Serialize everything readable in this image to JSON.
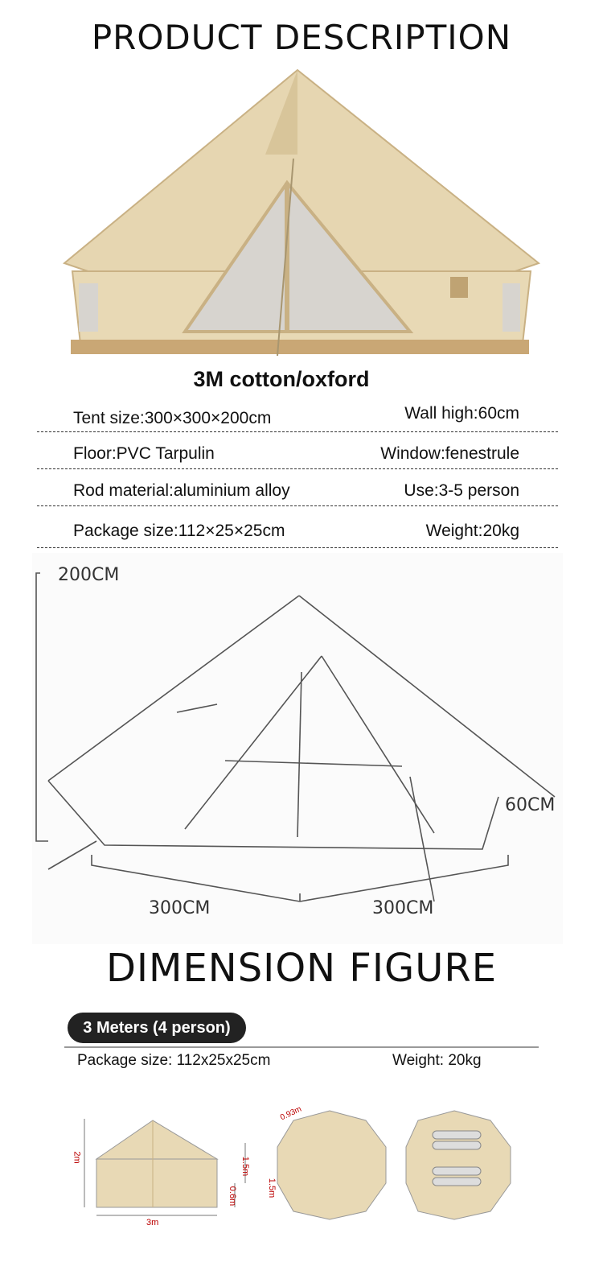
{
  "header": {
    "title": "PRODUCT DESCRIPTION"
  },
  "product": {
    "subtitle": "3M cotton/oxford"
  },
  "specs": [
    {
      "left": "Tent size:300×300×200cm",
      "right": "Wall high:60cm"
    },
    {
      "left": "Floor:PVC Tarpulin",
      "right": "Window:fenestrule"
    },
    {
      "left": "Rod material:aluminium alloy",
      "right": "Use:3-5 person"
    },
    {
      "left": "Package size:112×25×25cm",
      "right": "Weight:20kg"
    }
  ],
  "line_drawing": {
    "height_label": "200CM",
    "wall_label": "60CM",
    "width_left_label": "300CM",
    "width_right_label": "300CM"
  },
  "dimension": {
    "title": "DIMENSION FIGURE",
    "model_badge": "3 Meters (4 person)",
    "package": "Package size: 112x25x25cm",
    "weight": "Weight:  20kg",
    "side_height": "2m",
    "roof_height": "1.5m",
    "wall_height": "0.6m",
    "base_width": "3m",
    "top_edge": "0.93m",
    "top_radius": "1.5m"
  },
  "colors": {
    "canvas": "#e8d9b5",
    "canvas_dark": "#c9b184",
    "badge": "#222222"
  }
}
